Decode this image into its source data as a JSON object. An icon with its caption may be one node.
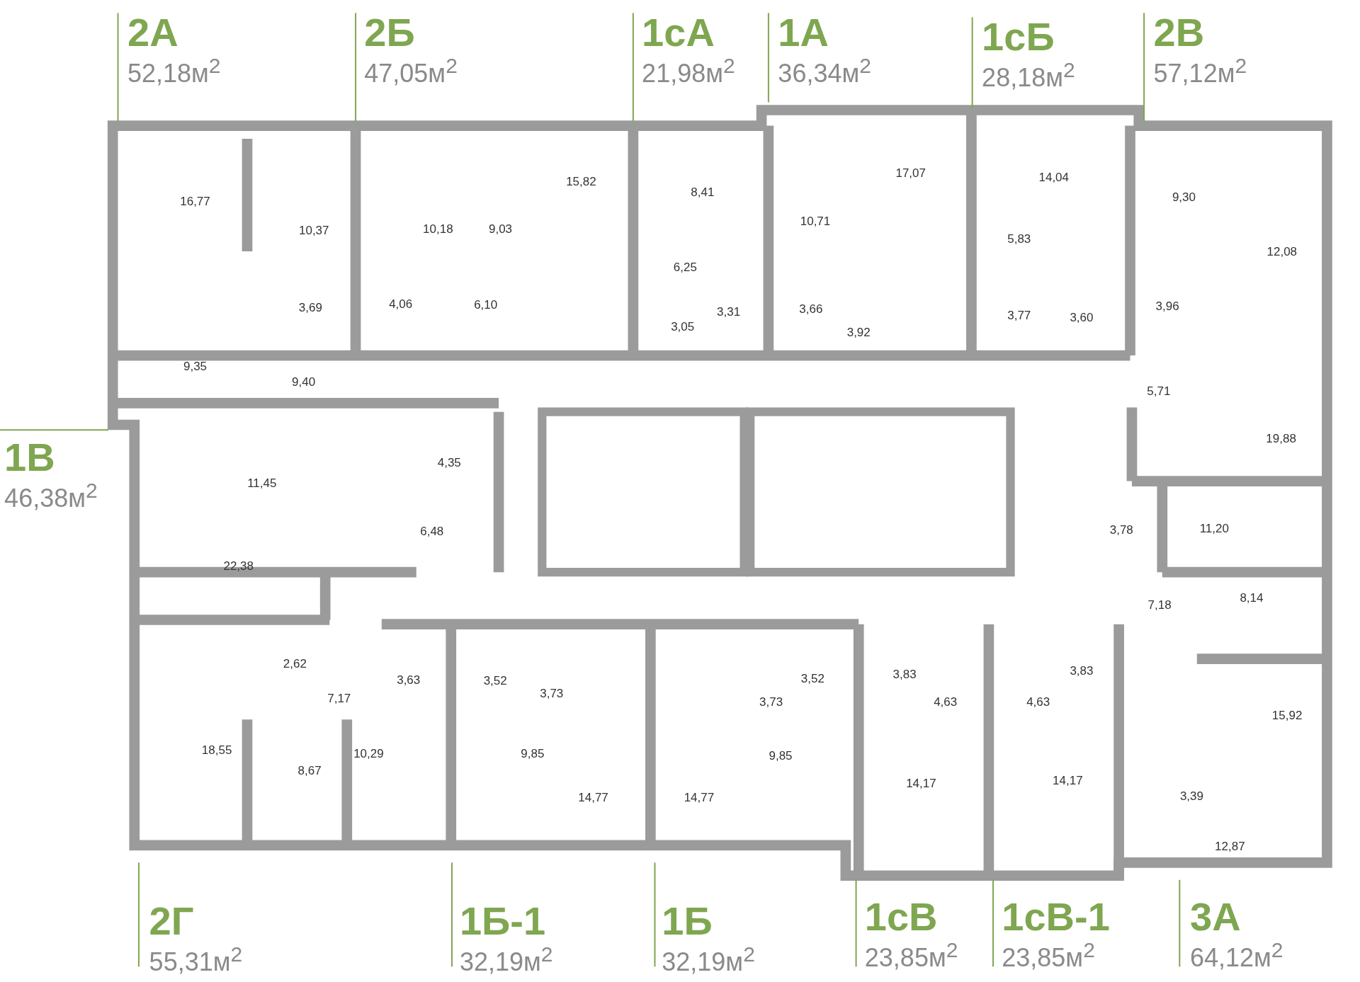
{
  "diagram": {
    "nodes": [
      {
        "text": [
          "2А",
          "52,18м$^{2}$"
        ]
      },
      {
        "text": [
          "2Б",
          "47,05м$^{2}$"
        ]
      },
      {
        "text": [
          "1сА",
          "21,98м$^{2}$"
        ]
      },
      {
        "text": [
          "1А",
          "36,34м$^{2}$"
        ]
      },
      {
        "text": [
          "1сБ",
          "28,18м$^{2}$"
        ]
      },
      {
        "text": [
          "2В",
          "57,12м$^{2}$"
        ]
      },
      {
        "text": [
          "1В",
          "46,38м$^{2}$"
        ]
      },
      {
        "text": [
          "2Г",
          "55,31м$^{2}$"
        ]
      },
      {
        "text": [
          "1Б-1",
          "32,19м$^{2}$"
        ]
      },
      {
        "text": [
          "1Б",
          "32,19м$^{2}$"
        ]
      },
      {
        "text": [
          "1сВ",
          "23,85м$^{2}$"
        ]
      },
      {
        "text": [
          "1сВ-1",
          "23,85м$^{2}$"
        ]
      },
      {
        "text": [
          "3А",
          "64,12м$^{2}$"
        ]
      }
    ],
    "edges": [
      {
        "from": 0,
        "to": null,
        "arrow": "none"
      },
      {
        "from": 1,
        "to": null,
        "arrow": "none"
      },
      {
        "from": 2,
        "to": null,
        "arrow": "none"
      },
      {
        "from": 3,
        "to": null,
        "arrow": "none"
      },
      {
        "from": 4,
        "to": null,
        "arrow": "none"
      },
      {
        "from": 5,
        "to": null,
        "arrow": "none"
      },
      {
        "from": 6,
        "to": null,
        "arrow": "none"
      },
      {
        "from": 7,
        "to": null,
        "arrow": "none"
      },
      {
        "from": 8,
        "to": null,
        "arrow": "none"
      },
      {
        "from": 9,
        "to": null,
        "arrow": "none"
      },
      {
        "from": 10,
        "to": null,
        "arrow": "none"
      },
      {
        "from": 11,
        "to": null,
        "arrow": "none"
      },
      {
        "from": 12,
        "to": null,
        "arrow": "none"
      }
    ],
    "labels": [
      "17,07",
      "15,82",
      "14,04",
      "8,41",
      "9,30",
      "16,77",
      "10,71",
      "10,37",
      "10,18",
      "9,03",
      "5,83",
      "12,08",
      "6,25",
      "3,69",
      "4,06",
      "6,10",
      "3,31",
      "3,66",
      "3,05",
      "3,92",
      "3,77",
      "3,60",
      "3,96",
      "9,35",
      "9,40",
      "5,71",
      "19,88",
      "11,45",
      "4,35",
      "6,48",
      "3,78",
      "11,20",
      "22,38",
      "8,14",
      "7,18",
      "2,62",
      "3,63",
      "3,52",
      "3,73",
      "3,73",
      "3,52",
      "3,83",
      "4,63",
      "4,63",
      "3,83",
      "7,17",
      "15,92",
      "18,55",
      "10,29",
      "9,85",
      "9,85",
      "8,67",
      "14,17",
      "14,17",
      "14,77",
      "14,77",
      "3,39",
      "12,87"
    ]
  }
}
